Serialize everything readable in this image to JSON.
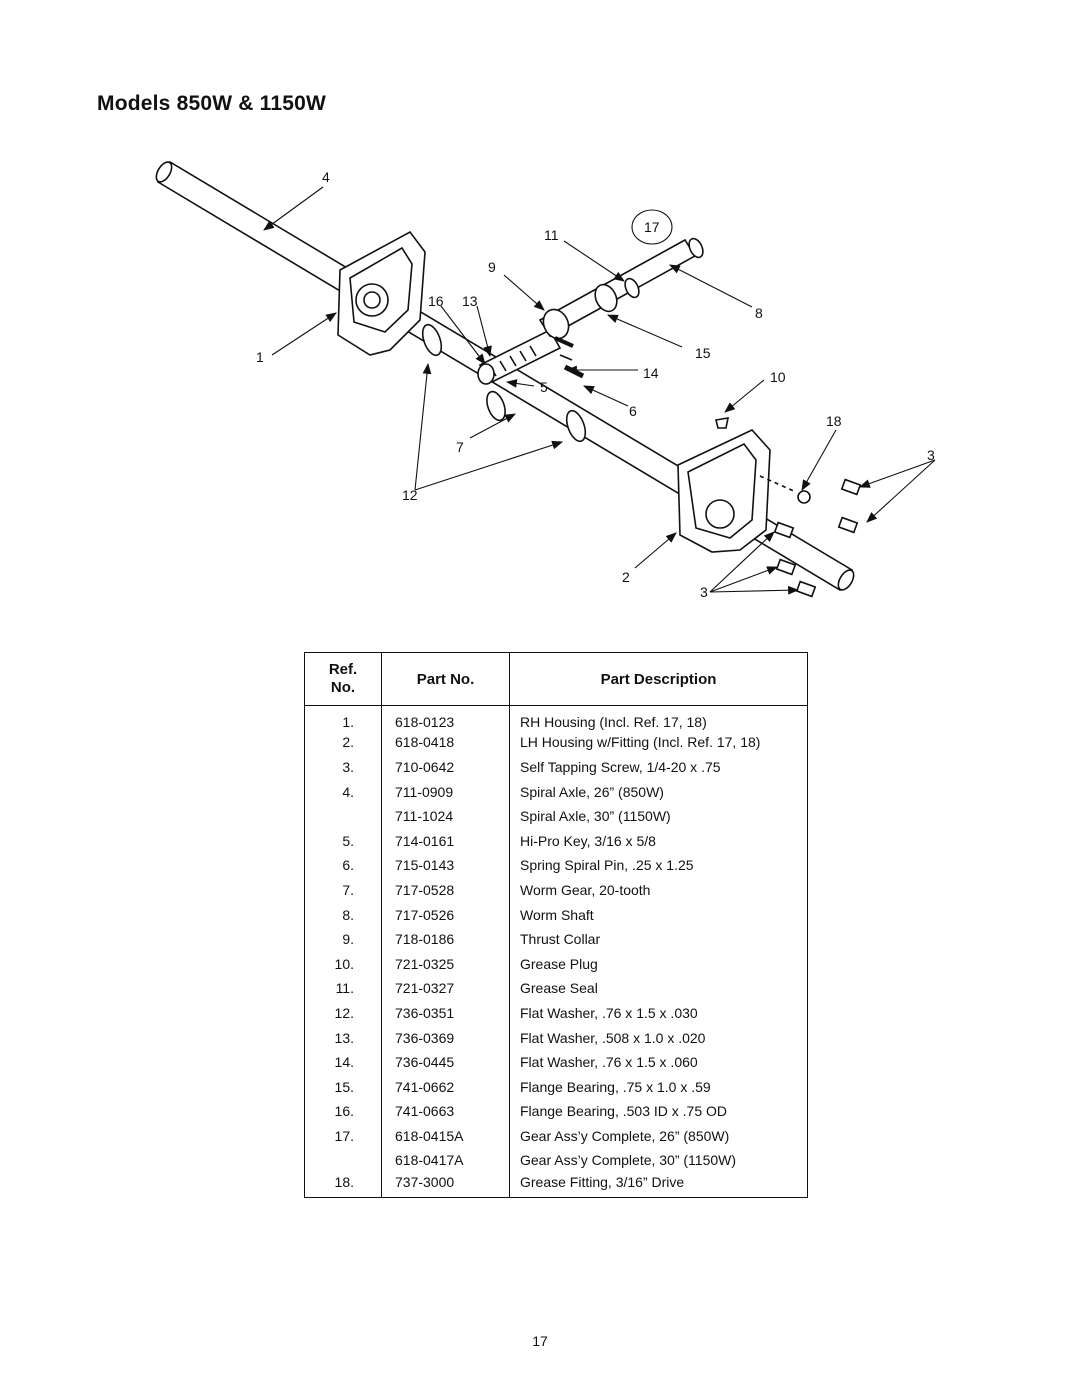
{
  "title": "Models 850W & 1150W",
  "diagram": {
    "callouts": [
      "4",
      "11",
      "17",
      "9",
      "16",
      "13",
      "8",
      "1",
      "15",
      "14",
      "10",
      "5",
      "6",
      "18",
      "7",
      "3",
      "12",
      "2",
      "3"
    ]
  },
  "table": {
    "headers": {
      "ref": "Ref.\nNo.",
      "part_no": "Part No.",
      "description": "Part Description"
    },
    "rows": [
      {
        "ref": "1.",
        "part_no": "618-0123",
        "description": "RH Housing (Incl. Ref. 17, 18)"
      },
      {
        "ref": "2.",
        "part_no": "618-0418",
        "description": "LH Housing w/Fitting (Incl. Ref. 17, 18)"
      },
      {
        "ref": "3.",
        "part_no": "710-0642",
        "description": "Self Tapping Screw, 1/4-20 x .75"
      },
      {
        "ref": "4.",
        "part_no": "711-0909",
        "description": "Spiral Axle, 26” (850W)"
      },
      {
        "ref": "",
        "part_no": "711-1024",
        "description": "Spiral Axle, 30” (1150W)"
      },
      {
        "ref": "5.",
        "part_no": "714-0161",
        "description": "Hi-Pro Key, 3/16 x 5/8"
      },
      {
        "ref": "6.",
        "part_no": "715-0143",
        "description": "Spring Spiral Pin, .25 x 1.25"
      },
      {
        "ref": "7.",
        "part_no": "717-0528",
        "description": "Worm Gear, 20-tooth"
      },
      {
        "ref": "8.",
        "part_no": "717-0526",
        "description": "Worm Shaft"
      },
      {
        "ref": "9.",
        "part_no": "718-0186",
        "description": "Thrust Collar"
      },
      {
        "ref": "10.",
        "part_no": "721-0325",
        "description": "Grease Plug"
      },
      {
        "ref": "11.",
        "part_no": "721-0327",
        "description": "Grease Seal"
      },
      {
        "ref": "12.",
        "part_no": "736-0351",
        "description": "Flat Washer, .76 x 1.5 x .030"
      },
      {
        "ref": "13.",
        "part_no": "736-0369",
        "description": "Flat Washer, .508 x 1.0 x .020"
      },
      {
        "ref": "14.",
        "part_no": "736-0445",
        "description": "Flat Washer, .76 x 1.5 x .060"
      },
      {
        "ref": "15.",
        "part_no": "741-0662",
        "description": "Flange Bearing, .75 x 1.0 x .59"
      },
      {
        "ref": "16.",
        "part_no": "741-0663",
        "description": "Flange Bearing, .503 ID x .75 OD"
      },
      {
        "ref": "17.",
        "part_no": "618-0415A",
        "description": "Gear Ass’y Complete, 26” (850W)"
      },
      {
        "ref": "",
        "part_no": "618-0417A",
        "description": "Gear Ass’y Complete, 30” (1150W)"
      },
      {
        "ref": "18.",
        "part_no": "737-3000",
        "description": "Grease Fitting, 3/16” Drive"
      }
    ]
  },
  "page_number": "17"
}
